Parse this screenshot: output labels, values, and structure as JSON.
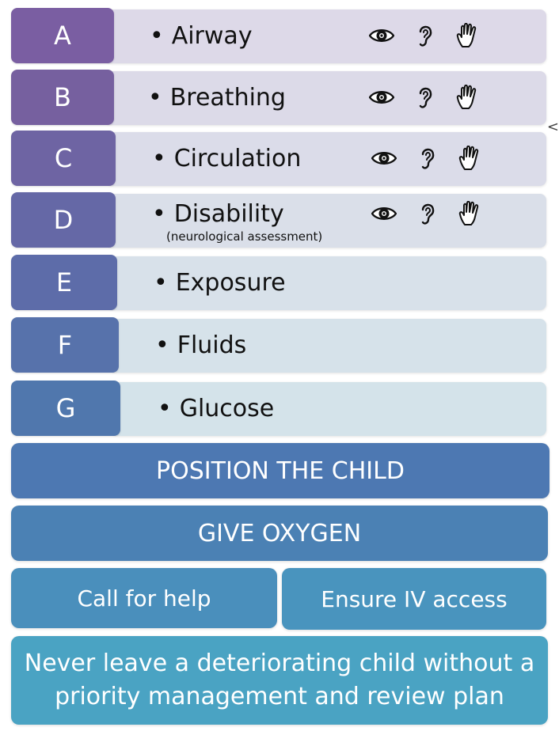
{
  "rows": [
    {
      "letter": "A",
      "label": "Airway",
      "sub": "",
      "icons": [
        "eye-icon",
        "ear-icon",
        "hand-icon"
      ],
      "letter_color": "#7a5ea2",
      "panel_color": "#ddd9e8"
    },
    {
      "letter": "B",
      "label": "Breathing",
      "sub": "",
      "icons": [
        "eye-icon",
        "ear-icon",
        "hand-icon"
      ],
      "letter_color": "#76609f",
      "panel_color": "#dcdae8"
    },
    {
      "letter": "C",
      "label": "Circulation",
      "sub": "",
      "icons": [
        "eye-icon",
        "ear-icon",
        "hand-icon"
      ],
      "letter_color": "#6e64a3",
      "panel_color": "#dbdce9"
    },
    {
      "letter": "D",
      "label": "Disability",
      "sub": "(neurological assessment)",
      "icons": [
        "eye-icon",
        "ear-icon",
        "hand-icon"
      ],
      "letter_color": "#6568a6",
      "panel_color": "#dadfe9"
    },
    {
      "letter": "E",
      "label": "Exposure",
      "sub": "",
      "icons": [],
      "letter_color": "#5d6ca9",
      "panel_color": "#d8e1ea"
    },
    {
      "letter": "F",
      "label": "Fluids",
      "sub": "",
      "icons": [],
      "letter_color": "#5772ab",
      "panel_color": "#d6e2ea"
    },
    {
      "letter": "G",
      "label": "Glucose",
      "sub": "",
      "icons": [],
      "letter_color": "#5077ad",
      "panel_color": "#d4e3ea"
    }
  ],
  "actions": {
    "position": "POSITION THE CHILD",
    "oxygen": "GIVE OXYGEN",
    "call_help": "Call for help",
    "iv_access": "Ensure IV access",
    "never_leave": "Never leave a deteriorating child without a priority management and review plan"
  },
  "colors": {
    "position_bar": "#4d78b2",
    "oxygen_bar": "#4b81b4",
    "call_help_bar": "#4a8fbc",
    "iv_bar": "#4994be",
    "never_bar": "#4aa3c3"
  },
  "edge_mark": "<"
}
